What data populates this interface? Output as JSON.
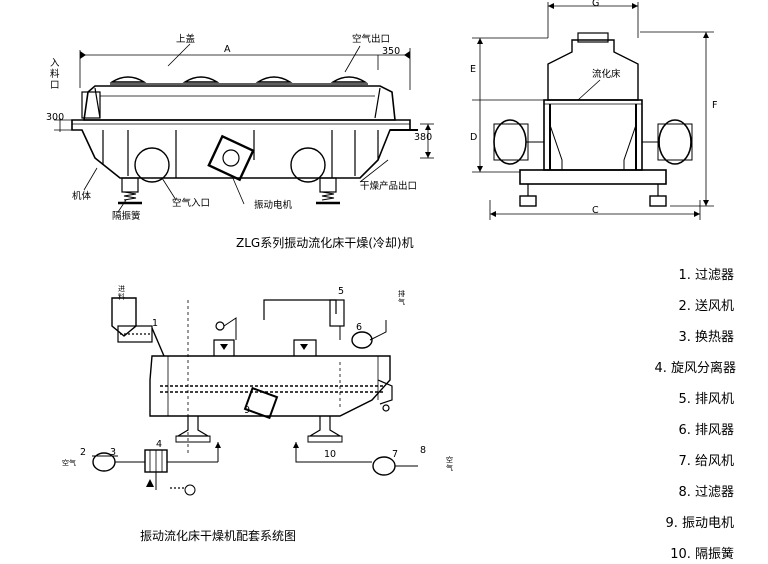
{
  "top_view": {
    "labels": {
      "lid": "上盖",
      "dim_a": "A",
      "air_outlet": "空气出口",
      "dim_350": "350",
      "feed_inlet": "入料口",
      "dim_300": "300",
      "dim_380": "380",
      "body": "机体",
      "isolation_spring": "隔振簧",
      "air_inlet": "空气入口",
      "vibration_motor": "振动电机",
      "product_outlet": "干燥产品出口"
    },
    "caption": "ZLG系列振动流化床干燥(冷却)机"
  },
  "side_view": {
    "labels": {
      "dim_g": "G",
      "dim_e": "E",
      "fluid_bed": "流化床",
      "dim_d": "D",
      "dim_f": "F",
      "dim_c": "C"
    }
  },
  "system": {
    "caption": "振动流化床干燥机配套系统图",
    "numbers": [
      "1",
      "2",
      "3",
      "4",
      "5",
      "6",
      "7",
      "8",
      "9",
      "10"
    ],
    "side_marks": [
      "进料",
      "排气",
      "空气",
      "空气"
    ]
  },
  "legend": {
    "items": [
      "1. 过滤器",
      "2. 送风机",
      "3. 换热器",
      "4. 旋风分离器",
      "5. 排风机",
      "6. 排风器",
      "7. 给风机",
      "8. 过滤器",
      "9. 振动电机",
      "10. 隔振簧"
    ]
  }
}
